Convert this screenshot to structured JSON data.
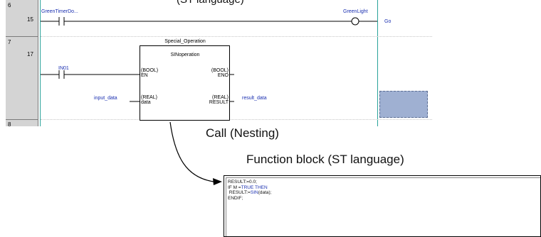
{
  "title_partial": "(ST language)",
  "rows": [
    {
      "rung": "6",
      "step": "15"
    },
    {
      "rung": "7",
      "step": "17"
    },
    {
      "rung": "8",
      "step": ""
    }
  ],
  "rung1": {
    "contact": "GreenTimerDo...",
    "coil": "GreenLight",
    "output": "Go"
  },
  "fb": {
    "instance": "Special_Operation",
    "type": "SINoperation",
    "en_type": "(BOOL)",
    "en_name": "EN",
    "eno_type": "(BOOL)",
    "eno_name": "ENO",
    "data_type": "(REAL)",
    "data_name": "data",
    "result_type": "(REAL)",
    "result_name": "RESULT"
  },
  "rung2": {
    "contact": "IN01",
    "input_var": "input_data",
    "output_var": "result_data"
  },
  "captions": {
    "call": "Call (Nesting)",
    "function_block": "Function block (ST language)"
  },
  "st_code": [
    {
      "parts": [
        {
          "t": "RESULT:=0.0;",
          "c": "#111111"
        }
      ]
    },
    {
      "parts": [
        {
          "t": "IF M =",
          "c": "#111111"
        },
        {
          "t": "TRUE THEN",
          "c": "#1a2fb0"
        }
      ]
    },
    {
      "parts": [
        {
          "t": " RESULT:=",
          "c": "#111111"
        },
        {
          "t": "SIN",
          "c": "#1a2fb0"
        },
        {
          "t": "(data);",
          "c": "#111111"
        }
      ]
    },
    {
      "parts": [
        {
          "t": "ENDIF;",
          "c": "#111111"
        }
      ]
    }
  ],
  "colors": {
    "rail": "#2aa39a",
    "variable_text": "#1a2fb0",
    "selection": "#9fb0d2"
  }
}
